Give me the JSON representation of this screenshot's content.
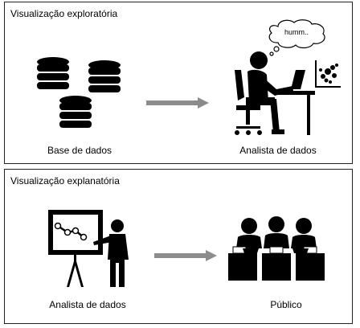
{
  "top_panel": {
    "title": "Visualização exploratória",
    "database_label": "Base de dados",
    "analyst_label": "Analista de dados",
    "thought_bubble": "humm.."
  },
  "bottom_panel": {
    "title": "Visualização explanatória",
    "presenter_label": "Analista de dados",
    "audience_label": "Público"
  },
  "colors": {
    "border": "#222222",
    "arrow": "#8c8c8c",
    "icon": "#000000"
  },
  "icons": [
    "database-icon",
    "arrow-right-icon",
    "analyst-at-computer-icon",
    "thought-bubble-icon",
    "scatter-chart-icon",
    "presenter-icon",
    "audience-icon"
  ]
}
